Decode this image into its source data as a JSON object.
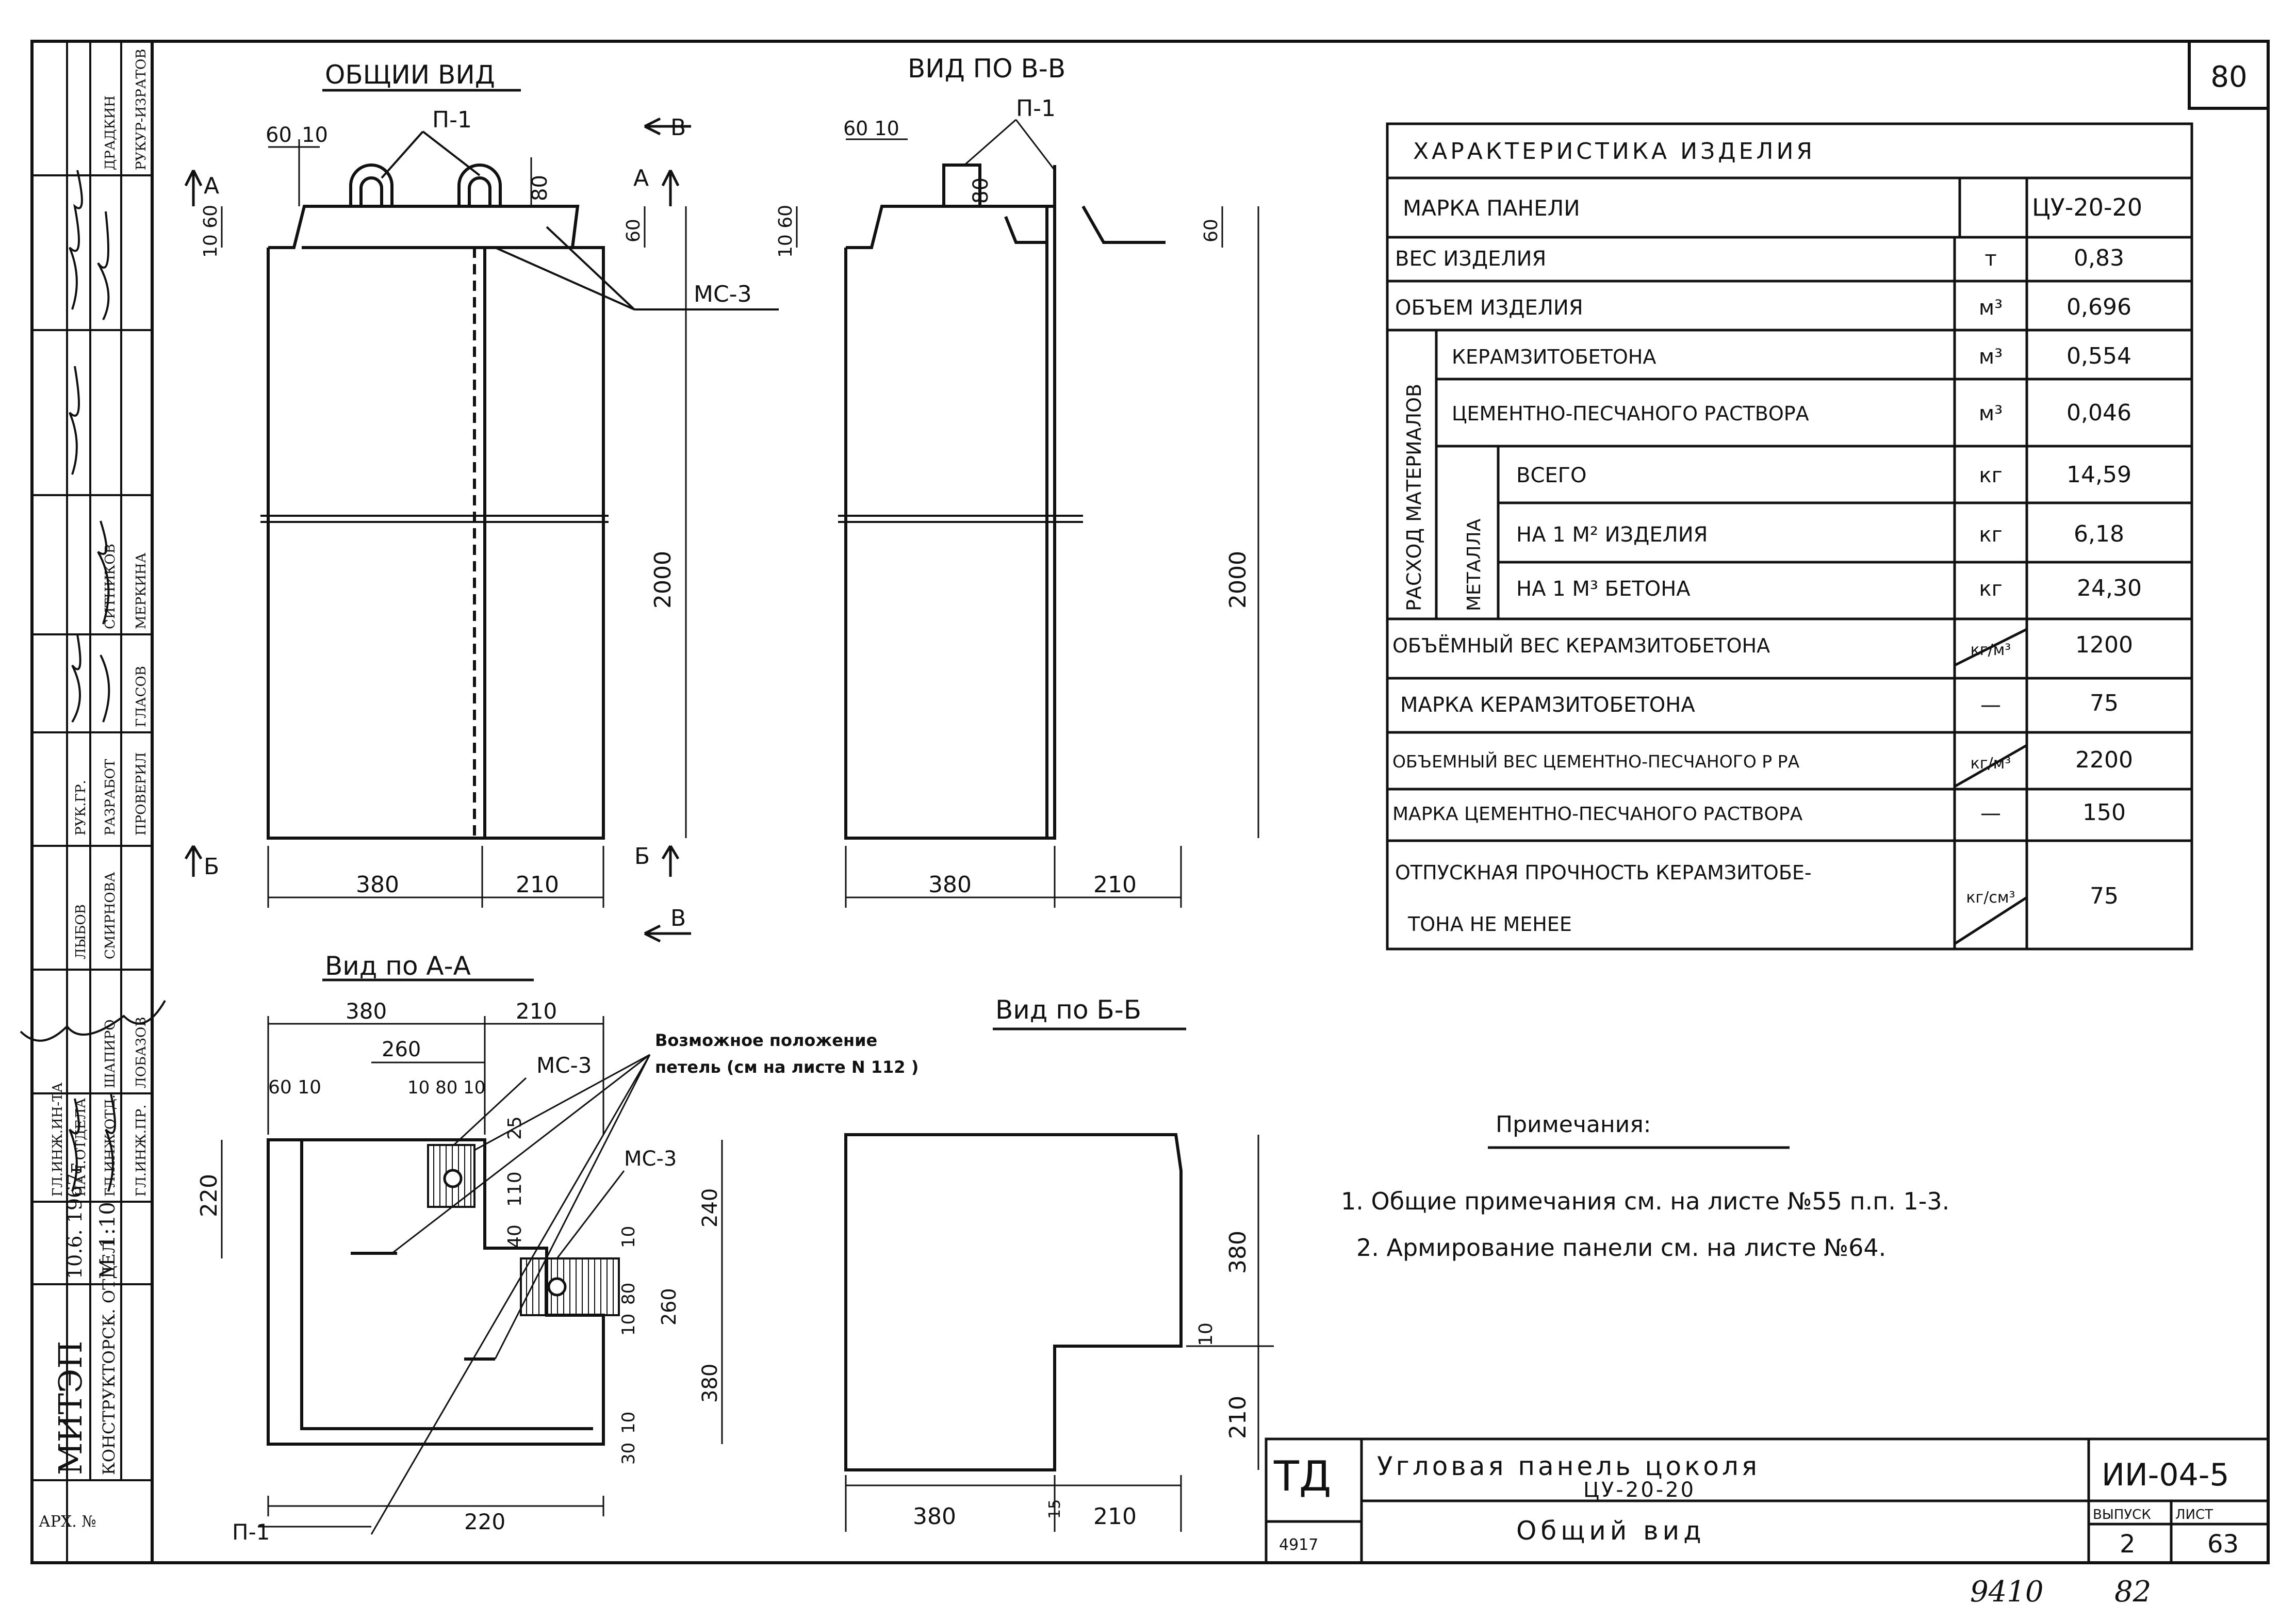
{
  "sheet": {
    "page_number": "80",
    "handwritten_numbers": [
      "9410",
      "82"
    ]
  },
  "views": {
    "general": {
      "title": "ОБЩИИ ВИД",
      "labels": {
        "loop": "П-1",
        "mark": "МС-3",
        "sectionA": "А",
        "sectionB": "Б",
        "sectionV": "В"
      },
      "dims": {
        "d60": "60",
        "d10": "10",
        "d80": "80",
        "d1060": "10 60",
        "d60r": "60",
        "height": "2000",
        "w380": "380",
        "w210": "210"
      }
    },
    "side": {
      "title": "ВИД ПО В-В",
      "labels": {
        "loop": "П-1"
      },
      "dims": {
        "d6010": "60 10",
        "d80": "80",
        "d1060": "10 60",
        "d60r": "60",
        "height": "2000",
        "w380": "380",
        "w210": "210"
      }
    },
    "section_a": {
      "title": "Вид по А-А",
      "labels": {
        "mark1": "МС-3",
        "mark2": "МС-3",
        "loop": "П-1",
        "note_line1": "Возможное положение",
        "note_line2": "петель (см на листе N 112 )"
      },
      "dims": {
        "top380": "380",
        "top210": "210",
        "d260": "260",
        "d6010": "60 10",
        "d1080": "10 80 10",
        "d220": "220",
        "d25": "25",
        "d110": "110",
        "d40": "40",
        "d240": "240",
        "d10a": "10",
        "d80": "80",
        "d10b": "10",
        "d260v": "260",
        "d380": "380",
        "d10c": "10",
        "d30": "30",
        "bottom220": "220"
      }
    },
    "section_b": {
      "title": "Вид по Б-Б",
      "dims": {
        "d380v": "380",
        "d10": "10",
        "d210v": "210",
        "w380": "380",
        "w15": "15",
        "w210": "210"
      }
    }
  },
  "characteristics": {
    "title": "ХАРАКТЕРИСТИКА ИЗДЕЛИЯ",
    "panel_mark_label": "МАРКА ПАНЕЛИ",
    "panel_mark_value": "ЦУ-20-20",
    "group_materials": "РАСХОД МАТЕРИАЛОВ",
    "group_metal": "МЕТАЛЛА",
    "rows": [
      {
        "label": "ВЕС ИЗДЕЛИЯ",
        "unit": "т",
        "value": "0,83"
      },
      {
        "label": "ОБЪЕМ ИЗДЕЛИЯ",
        "unit": "м³",
        "value": "0,696"
      },
      {
        "label": "КЕРАМЗИТОБЕТОНА",
        "unit": "м³",
        "value": "0,554"
      },
      {
        "label": "ЦЕМЕНТНО-ПЕСЧАНОГО РАСТВОРА",
        "unit": "м³",
        "value": "0,046"
      },
      {
        "label": "ВСЕГО",
        "unit": "кг",
        "value": "14,59"
      },
      {
        "label": "НА 1 М² ИЗДЕЛИЯ",
        "unit": "кг",
        "value": "6,18"
      },
      {
        "label": "НА 1 М³ БЕТОНА",
        "unit": "кг",
        "value": "24,30"
      },
      {
        "label": "ОБЪЁМНЫЙ ВЕС КЕРАМЗИТОБЕТОНА",
        "unit": "кг/м³",
        "value": "1200"
      },
      {
        "label": "МАРКА КЕРАМЗИТОБЕТОНА",
        "unit": "—",
        "value": "75"
      },
      {
        "label": "ОБЪЕМНЫЙ ВЕС ЦЕМЕНТНО-ПЕСЧАНОГО Р РА",
        "unit": "кг/м³",
        "value": "2200"
      },
      {
        "label": "МАРКА ЦЕМЕНТНО-ПЕСЧАНОГО РАСТВОРА",
        "unit": "—",
        "value": "150"
      },
      {
        "label": "ОТПУСКНАЯ ПРОЧНОСТЬ КЕРАМЗИТОБЕ-",
        "label2": "ТОНА НЕ МЕНЕЕ",
        "unit": "кг/см³",
        "value": "75"
      }
    ]
  },
  "notes": {
    "title": "Примечания:",
    "items": [
      "1. Общие примечания см. на листе №55 п.п. 1-3.",
      "2. Армирование панели см. на листе №64."
    ]
  },
  "title_block": {
    "td": "ТД",
    "td_sub": "4917",
    "name_line1": "Угловая панель цоколя",
    "name_line2": "ЦУ-20-20",
    "name_line3": "Общий вид",
    "code": "ИИ-04-5",
    "issue_label": "ВЫПУСК",
    "sheet_label": "ЛИСТ",
    "issue": "2",
    "sheet": "63"
  },
  "side_stamp": {
    "org": "МИТЭП",
    "dept": "КОНСТРУКТОРСК. ОТДЕЛ",
    "date": "10.6. 1967г",
    "scale_label": "М",
    "scale": "1:10",
    "arch": "АРХ. №",
    "roles": [
      "ГЛ.ИНЖ.ИН-ТА",
      "НАЧ.ОТДЕЛА",
      "ГЛ.ИНЖ.ОТД.",
      "ГЛ.ИНЖ.ПР.",
      "РУК.ГР.",
      "РАЗРАБОТ",
      "ПРОВЕРИЛ"
    ],
    "names": [
      "ЛЫБОВ",
      "СМИРНОВА",
      "ШАПИРО",
      "ЛОБАЗОВ",
      "СИТНИКОВ",
      "МЕРКИНА",
      "ГЛАСОВ",
      "ДРАДКИН",
      "РУКУР-ИЗРАТОВ"
    ]
  }
}
